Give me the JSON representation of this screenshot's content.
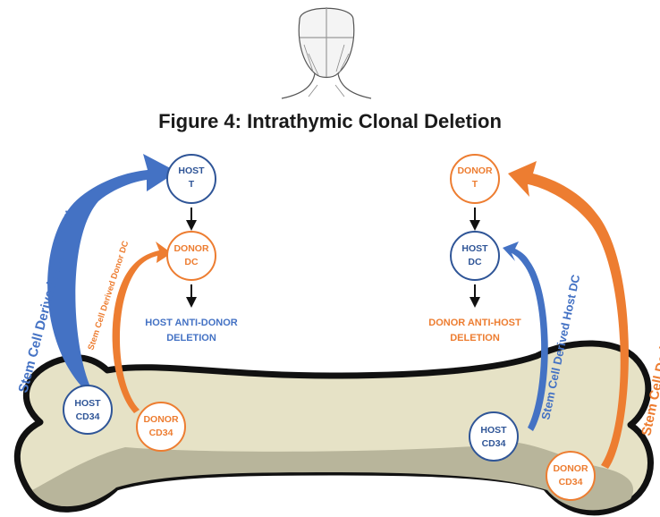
{
  "title": "Figure 4: Intrathymic Clonal Deletion",
  "colors": {
    "host": "#2f5597",
    "host_arrow": "#4472c4",
    "donor": "#ed7d31",
    "bone_fill": "#e6e2c6",
    "bone_shadow": "#b8b59b",
    "bone_outline": "#111111"
  },
  "left": {
    "host_t": [
      "HOST",
      "T"
    ],
    "donor_dc": [
      "DONOR",
      "DC"
    ],
    "result": [
      "HOST ANTI-DONOR",
      "DELETION"
    ],
    "host_cd34": [
      "HOST",
      "CD34"
    ],
    "donor_cd34": [
      "DONOR",
      "CD34"
    ],
    "arrow_label_big": "Stem Cell Derived Host T Cell",
    "arrow_label_small": "Stem Cell Derived Donor DC"
  },
  "right": {
    "donor_t": [
      "DONOR",
      "T"
    ],
    "host_dc": [
      "HOST",
      "DC"
    ],
    "result": [
      "DONOR ANTI-HOST",
      "DELETION"
    ],
    "host_cd34": [
      "HOST",
      "CD34"
    ],
    "donor_cd34": [
      "DONOR",
      "CD34"
    ],
    "arrow_label_big": "Stem Cell Derived Donor T Cells",
    "arrow_label_small": "Stem Cell Derived Host DC"
  },
  "icons": {
    "head": "head-sketch-icon",
    "bone": "bone-icon"
  }
}
